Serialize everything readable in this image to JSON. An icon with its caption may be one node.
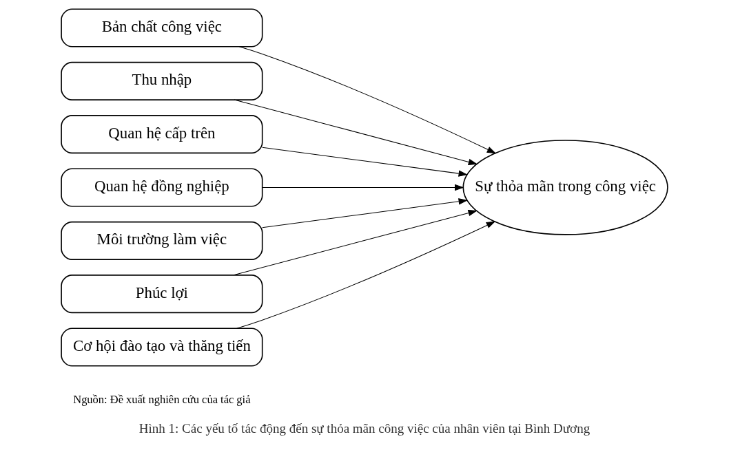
{
  "diagram": {
    "caption": "Hình 1: Các yếu tố tác động đến sự thỏa mãn công việc của nhân viên tại Bình Dương",
    "nodes": [
      {
        "text": [
          "Bản chất công việc"
        ]
      },
      {
        "text": [
          "Thu nhập"
        ]
      },
      {
        "text": [
          "Quan hệ cấp trên"
        ]
      },
      {
        "text": [
          "Quan hệ đồng nghiệp"
        ]
      },
      {
        "text": [
          "Môi trường làm việc"
        ]
      },
      {
        "text": [
          "Phúc lợi"
        ]
      },
      {
        "text": [
          "Cơ hội đào tạo và thăng tiến"
        ]
      },
      {
        "text": [
          "Sự thỏa mãn trong công việc"
        ]
      }
    ],
    "edges": [
      {
        "from": 0,
        "to": 7,
        "arrow": "to"
      },
      {
        "from": 1,
        "to": 7,
        "arrow": "to"
      },
      {
        "from": 2,
        "to": 7,
        "arrow": "to"
      },
      {
        "from": 3,
        "to": 7,
        "arrow": "to"
      },
      {
        "from": 4,
        "to": 7,
        "arrow": "to"
      },
      {
        "from": 5,
        "to": 7,
        "arrow": "to"
      },
      {
        "from": 6,
        "to": 7,
        "arrow": "to"
      }
    ],
    "labels": [
      "Nguồn: Đề xuất nghiên cứu của tác giả"
    ]
  }
}
